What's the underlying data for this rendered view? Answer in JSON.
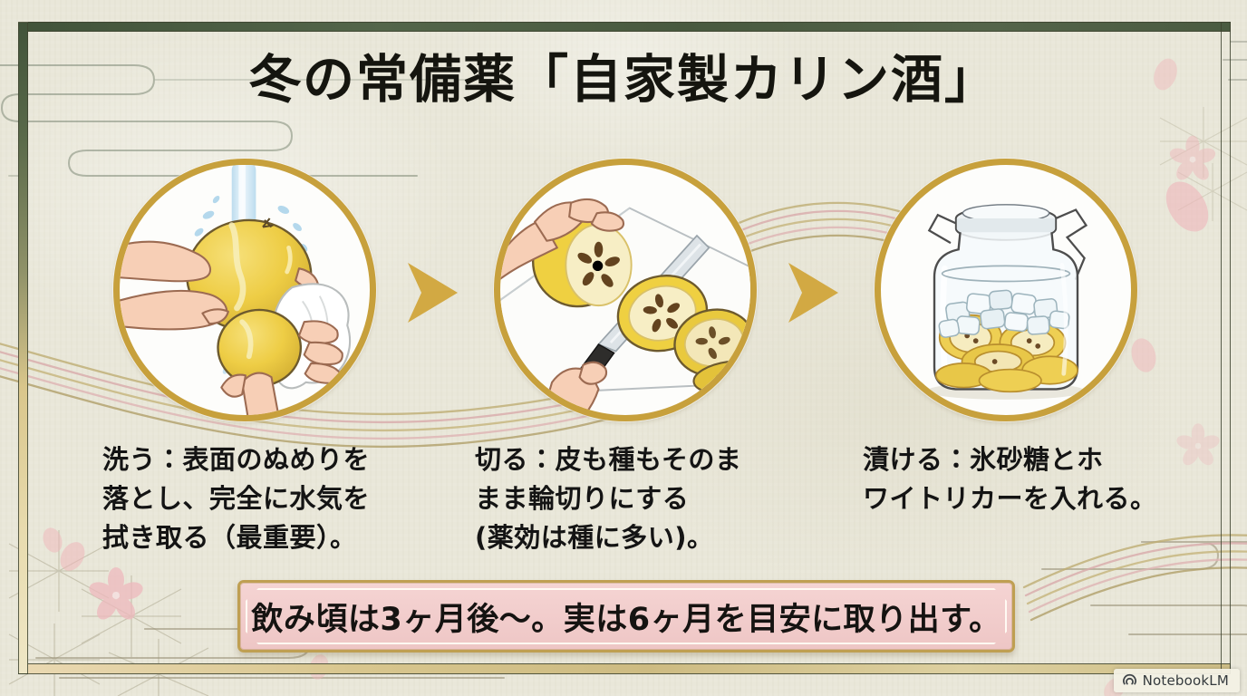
{
  "title": "冬の常備薬「自家製カリン酒」",
  "steps": [
    {
      "id": "wash",
      "caption": "洗う：表面のぬめりを\n落とし、完全に水気を\n拭き取る（最重要）。",
      "illustration": "washing-quince-under-running-water-and-wiping-with-cloth"
    },
    {
      "id": "cut",
      "caption": "切る：皮も種もそのま\nまま輪切りにする\n(薬効は種に多い)。",
      "illustration": "slicing-quince-into-rounds-on-cutting-board-with-knife"
    },
    {
      "id": "steep",
      "caption": "漬ける：氷砂糖とホ\nワイトリカーを入れる。",
      "illustration": "glass-swing-top-jar-with-quince-slices-rock-sugar-and-liquor"
    }
  ],
  "banner": {
    "text": "飲み頃は3ヶ月後〜。実は6ヶ月を目安に取り出す。"
  },
  "watermark": {
    "label": "NotebookLM"
  },
  "icons": {
    "step_arrow": "gold-chevron-right-icon",
    "watermark_logo": "notebooklm-logo-icon"
  },
  "colors": {
    "paper": "#e9e7d9",
    "frame_green": "#4c5e42",
    "frame_cream": "#e6d9ad",
    "ring_gold": "#c7a03c",
    "arrow_gold": "#d2a943",
    "banner_pink": "#f1cbca",
    "banner_border_gold": "#bf9f52",
    "text_black": "#141414",
    "fruit_yellow": "#eecd45",
    "water_blue": "#cfe4f0",
    "sakura_pink": "#eeb9bd"
  }
}
